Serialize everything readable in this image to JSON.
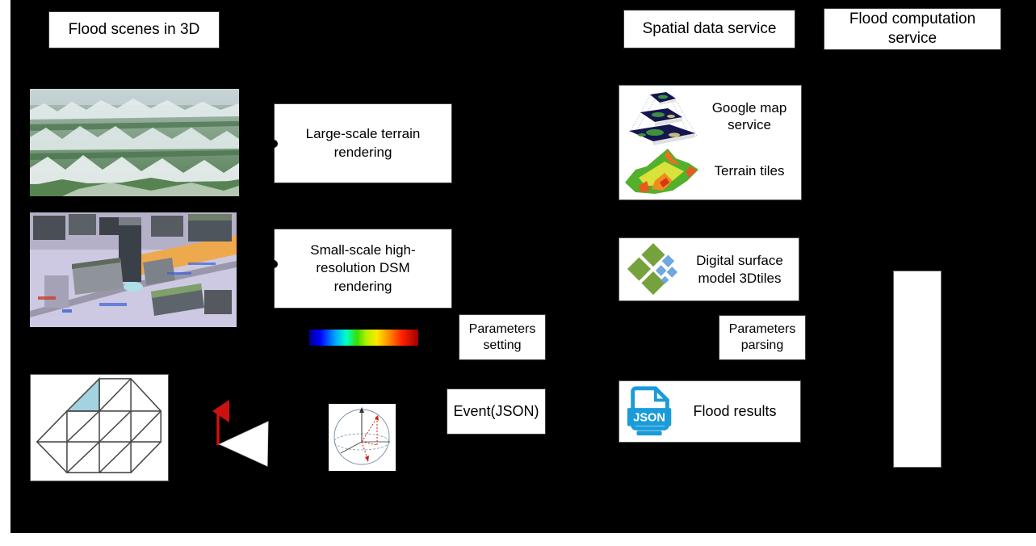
{
  "titles": {
    "flood_scenes": "Flood scenes in 3D",
    "spatial_data": "Spatial data service",
    "flood_computation": "Flood computation service"
  },
  "rendering": {
    "large_scale": "Large-scale terrain rendering",
    "small_scale": "Small-scale high-resolution DSM rendering"
  },
  "interaction": {
    "parameters_setting": "Parameters setting",
    "event_json": "Event(JSON)"
  },
  "spatial_service": {
    "google_map": "Google map service",
    "terrain_tiles": "Terrain tiles",
    "dsm_3dtiles": "Digital surface model 3Dtiles",
    "parameters_parsing": "Parameters parsing",
    "flood_results": "Flood results"
  },
  "icons": {
    "json_file_label": "JSON"
  },
  "colors": {
    "background": "#000000",
    "box_fill": "#ffffff",
    "box_border": "#3a3a3a",
    "json_blue": "#1b9cd8",
    "tiles_green": "#76a23e",
    "tiles_blue": "#6fa8dc",
    "mesh_highlight": "#a3d3e0",
    "arrow_red": "#cc1111"
  },
  "colorbar": {
    "style": "position:absolute;left:383px;top:408px;width:135px;height:20px;background:linear-gradient(90deg,#000090 0%,#0000ff 10%,#00a8ff 24%,#00ffc8 34%,#38e000 44%,#b0f000 52%,#ffe800 62%,#ff8c00 73%,#ff2000 85%,#a00000 100%)"
  }
}
